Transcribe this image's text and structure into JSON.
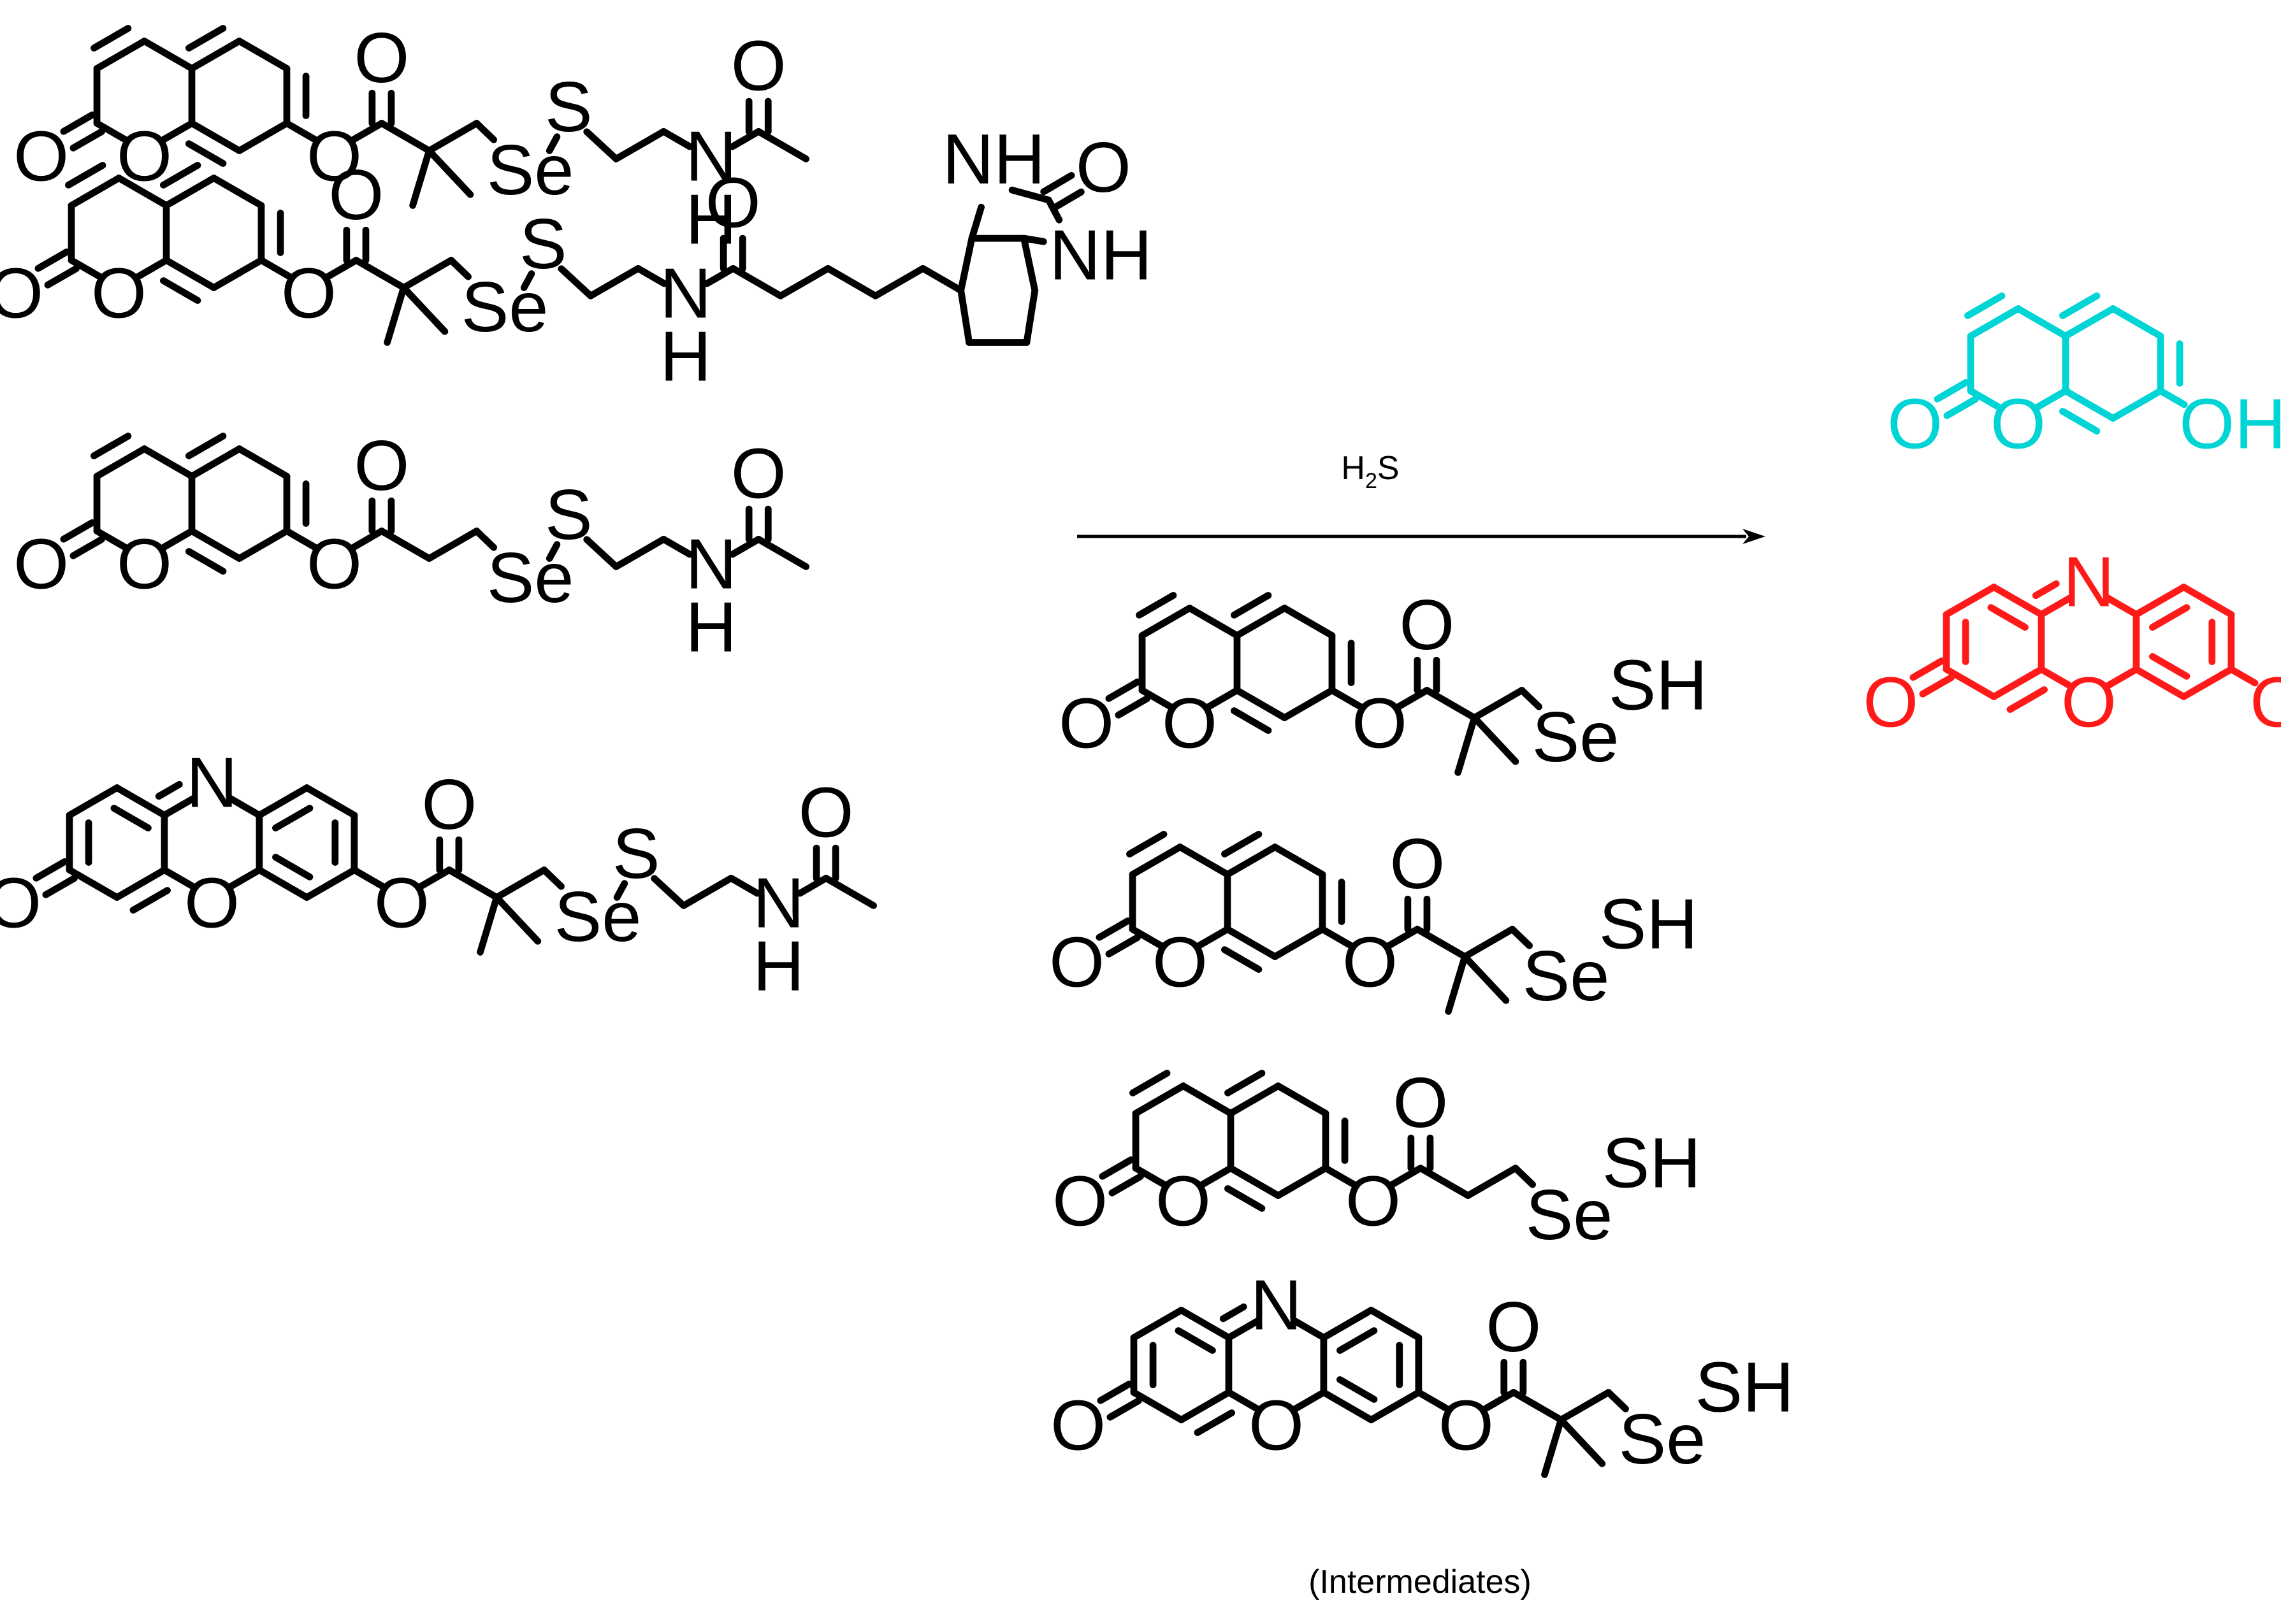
{
  "reagent": {
    "prefix": "H",
    "subscript": "2",
    "suffix": "S"
  },
  "caption": "(Intermediates)",
  "colors": {
    "bond": "#000000",
    "umbelliferone": "#00d4d4",
    "resorufin": "#ff1a1a"
  },
  "atom_labels": {
    "O": "O",
    "N": "N",
    "S": "S",
    "Se": "Se",
    "H": "H",
    "NH": "NH",
    "OH": "OH",
    "SH": "SH"
  }
}
